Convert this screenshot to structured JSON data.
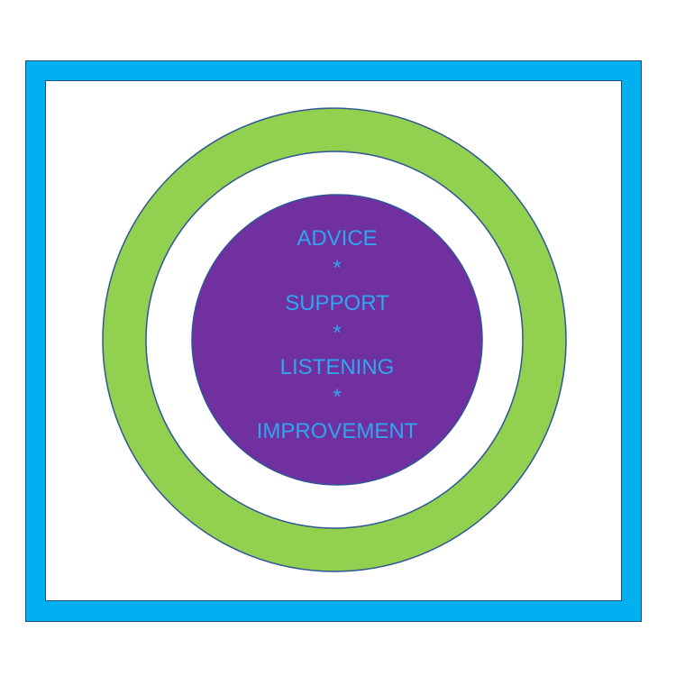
{
  "colors": {
    "frame": "#00b0f0",
    "ring": "#92d050",
    "core": "#7030a0",
    "text": "#2fa6ee",
    "outline": "#2f5597"
  },
  "lines": [
    "ADVICE",
    "*",
    "SUPPORT",
    "*",
    "LISTENING",
    "*",
    "IMPROVEMENT"
  ]
}
